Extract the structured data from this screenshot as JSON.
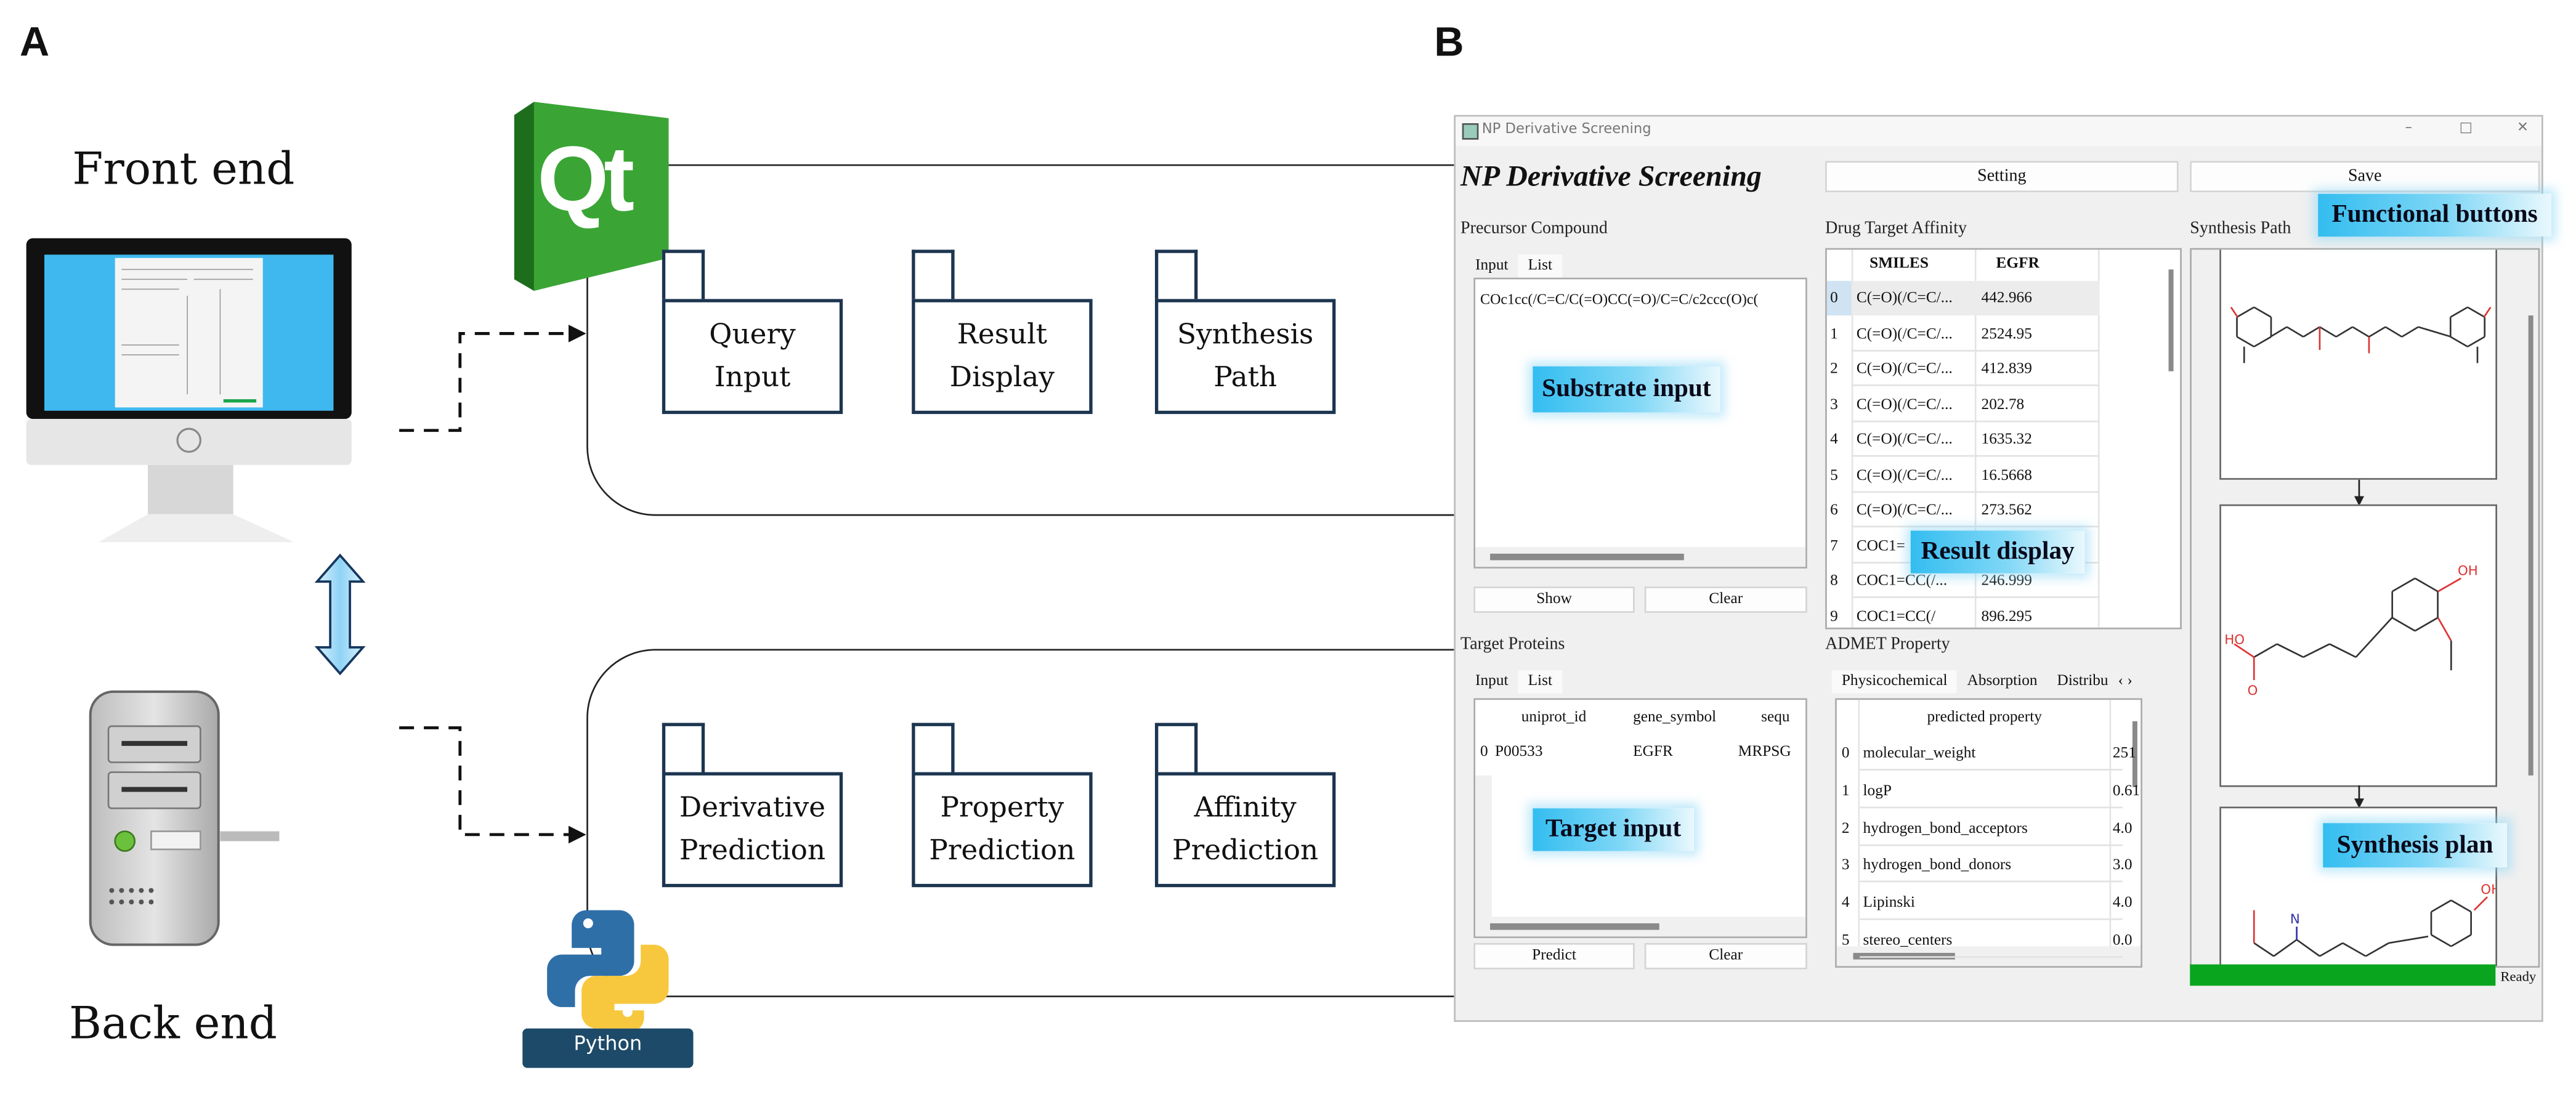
{
  "panel_a": {
    "label": "A",
    "front_end_label": "Front end",
    "back_end_label": "Back end",
    "qt_logo_text": "Qt",
    "python_logo_text": "Python",
    "frontend_modules": [
      {
        "line1": "Query",
        "line2": "Input"
      },
      {
        "line1": "Result",
        "line2": "Display"
      },
      {
        "line1": "Synthesis",
        "line2": "Path"
      }
    ],
    "backend_modules": [
      {
        "line1": "Derivative",
        "line2": "Prediction"
      },
      {
        "line1": "Property",
        "line2": "Prediction"
      },
      {
        "line1": "Affinity",
        "line2": "Prediction"
      }
    ],
    "colors": {
      "qt_green": "#2e9b2e",
      "package_border": "#1c3550",
      "arrow_blue": "#9fd8f5",
      "screen_blue": "#3fb8f0"
    }
  },
  "panel_b": {
    "label": "B",
    "window_title": "NP Derivative Screening",
    "window_controls": {
      "minimize": "–",
      "maximize": "□",
      "close": "✕"
    },
    "app_title": "NP Derivative Screening",
    "buttons": {
      "setting": "Setting",
      "save": "Save",
      "show": "Show",
      "clear1": "Clear",
      "predict": "Predict",
      "clear2": "Clear"
    },
    "precursor": {
      "label": "Precursor Compound",
      "tabs": [
        "Input",
        "List"
      ],
      "input_value": "COc1cc(/C=C/C(=O)CC(=O)/C=C/c2ccc(O)c("
    },
    "affinity": {
      "label": "Drug Target Affinity",
      "columns": [
        "SMILES",
        "EGFR"
      ],
      "rows": [
        [
          "0",
          "C(=O)(/C=C/...",
          "442.966"
        ],
        [
          "1",
          "C(=O)(/C=C/...",
          "2524.95"
        ],
        [
          "2",
          "C(=O)(/C=C/...",
          "412.839"
        ],
        [
          "3",
          "C(=O)(/C=C/...",
          "202.78"
        ],
        [
          "4",
          "C(=O)(/C=C/...",
          "1635.32"
        ],
        [
          "5",
          "C(=O)(/C=C/...",
          "16.5668"
        ],
        [
          "6",
          "C(=O)(/C=C/...",
          "273.562"
        ],
        [
          "7",
          "COC1=",
          ""
        ],
        [
          "8",
          "COC1=CC(/...",
          "246.999"
        ],
        [
          "9",
          "COC1=CC(/",
          "896.295"
        ]
      ]
    },
    "synthesis": {
      "label": "Synthesis Path",
      "atom_labels": [
        "HO",
        "OH",
        "O",
        "N"
      ],
      "status": "Ready",
      "progress": 1.0,
      "progress_color": "#0aa51e"
    },
    "targets": {
      "label": "Target Proteins",
      "tabs": [
        "Input",
        "List"
      ],
      "columns": [
        "uniprot_id",
        "gene_symbol",
        "sequ"
      ],
      "rows": [
        [
          "0",
          "P00533",
          "EGFR",
          "MRPSG"
        ]
      ]
    },
    "admet": {
      "label": "ADMET Property",
      "tabs": [
        "Physicochemical",
        "Absorption",
        "Distribu"
      ],
      "tab_arrows": "‹ ›",
      "columns": [
        "predicted property"
      ],
      "rows": [
        [
          "0",
          "molecular_weight",
          "251"
        ],
        [
          "1",
          "logP",
          "0.61"
        ],
        [
          "2",
          "hydrogen_bond_acceptors",
          "4.0"
        ],
        [
          "3",
          "hydrogen_bond_donors",
          "3.0"
        ],
        [
          "4",
          "Lipinski",
          "4.0"
        ],
        [
          "5",
          "stereo_centers",
          "0.0"
        ]
      ]
    },
    "callouts": {
      "functional_buttons": "Functional buttons",
      "substrate_input": "Substrate input",
      "result_display": "Result display",
      "target_input": "Target input",
      "synthesis_plan": "Synthesis plan"
    }
  }
}
